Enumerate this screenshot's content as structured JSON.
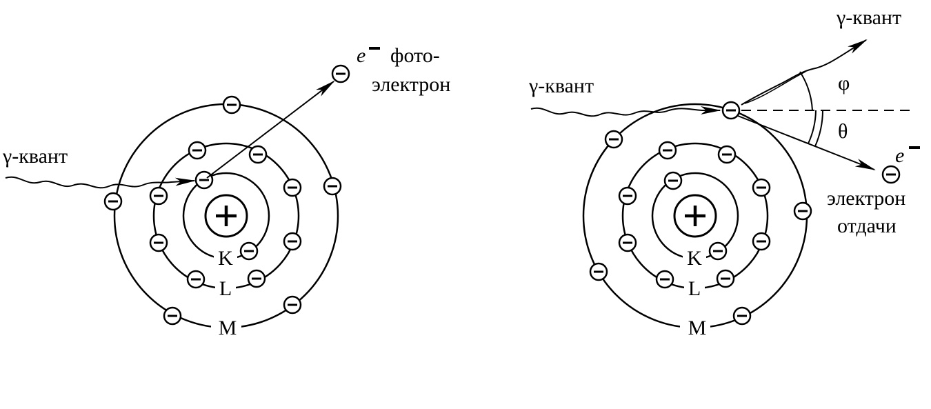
{
  "photo_effect": {
    "photon_label": "γ-квант",
    "electron_symbol": "e",
    "electron_charge": "−",
    "electron_label_line1": "фото-",
    "electron_label_line2": "электрон",
    "shell_k": "K",
    "shell_l": "L",
    "shell_m": "M",
    "nucleus_sign": "+"
  },
  "compton_effect": {
    "incoming_photon_label": "γ-квант",
    "scattered_photon_label": "γ-квант",
    "electron_symbol": "e",
    "electron_charge": "−",
    "electron_label_line1": "электрон",
    "electron_label_line2": "отдачи",
    "angle_phi": "φ",
    "angle_theta": "θ",
    "shell_k": "K",
    "shell_l": "L",
    "shell_m": "M",
    "nucleus_sign": "+"
  },
  "colors": {
    "ink": "#000000",
    "background": "#ffffff"
  }
}
